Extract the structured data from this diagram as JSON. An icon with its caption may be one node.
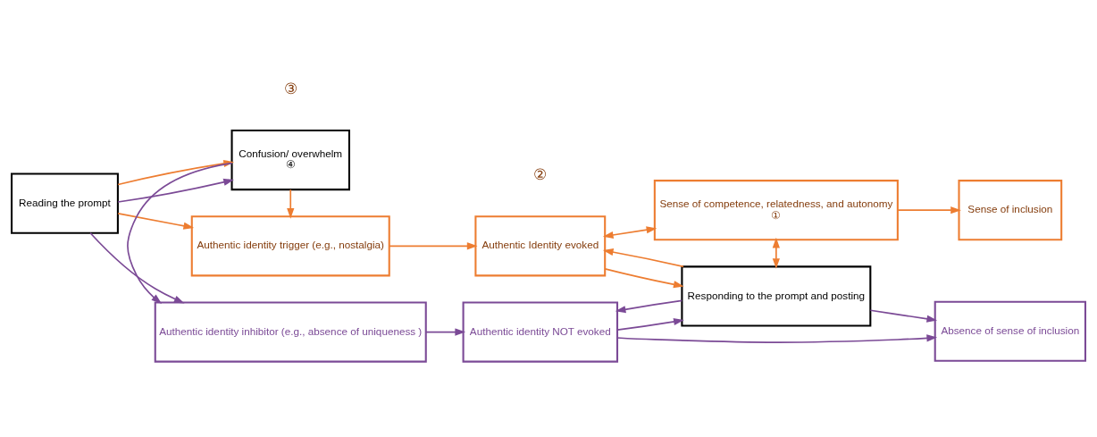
{
  "diagram": {
    "nodes": [
      {
        "text": [
          "Reading the prompt"
        ]
      },
      {
        "text": [
          "Authentic identity inhibitor (e.g., absence of uniqueness )"
        ]
      },
      {
        "text": [
          "Confusion/ overwhelm",
          "④"
        ]
      },
      {
        "text": [
          "Authentic identity NOT evoked"
        ]
      },
      {
        "text": [
          "Absence of sense of inclusion"
        ]
      },
      {
        "text": [
          "Responding to the prompt and posting"
        ]
      },
      {
        "text": [
          "Authentic identity trigger (e.g., nostalgia)"
        ]
      },
      {
        "text": [
          "Authentic Identity evoked"
        ]
      },
      {
        "text": [
          "Sense of competence, relatedness, and autonomy",
          "①"
        ]
      },
      {
        "text": [
          "Sense of inclusion"
        ]
      }
    ],
    "edges": [
      {
        "from": 0,
        "to": 1,
        "arrow": "to",
        "color": "#7b4a96"
      },
      {
        "from": 0,
        "to": 2,
        "arrow": "to",
        "color": "#7b4a96"
      },
      {
        "from": 0,
        "to": 2,
        "arrow": "to"
      },
      {
        "from": 0,
        "to": 6,
        "arrow": "to"
      },
      {
        "from": 2,
        "to": 1,
        "arrow": "to",
        "color": "#7b4a96"
      },
      {
        "from": 2,
        "to": 6,
        "arrow": "to"
      },
      {
        "from": 1,
        "to": 3,
        "arrow": "to",
        "color": "#7b4a96"
      },
      {
        "from": 3,
        "to": 4,
        "arrow": "to",
        "color": "#7b4a96"
      },
      {
        "from": 3,
        "to": 5,
        "arrow": "to",
        "color": "#7b4a96"
      },
      {
        "from": 5,
        "to": 3,
        "arrow": "to",
        "color": "#7b4a96"
      },
      {
        "from": 5,
        "to": 4,
        "arrow": "to",
        "color": "#7b4a96"
      },
      {
        "from": 6,
        "to": 7,
        "arrow": "to"
      },
      {
        "from": 7,
        "to": 5,
        "arrow": "to"
      },
      {
        "from": 5,
        "to": 7,
        "arrow": "to"
      },
      {
        "from": 7,
        "to": 8,
        "arrow": "both"
      },
      {
        "from": 8,
        "to": 5,
        "arrow": "both"
      },
      {
        "from": 8,
        "to": 9,
        "arrow": "to"
      }
    ],
    "labels": [
      "③",
      "②"
    ]
  }
}
